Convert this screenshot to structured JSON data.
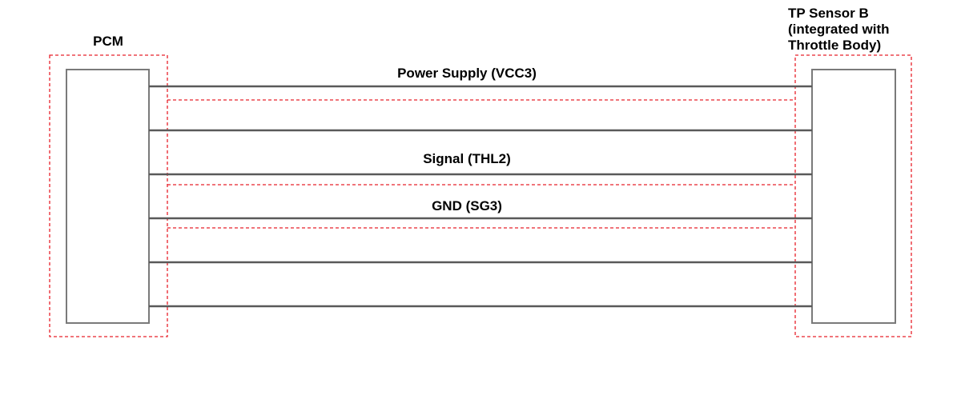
{
  "pcm": {
    "label": "PCM"
  },
  "sensor": {
    "label_lines": [
      "TP Sensor B",
      "(integrated with",
      "Throttle Body)"
    ]
  },
  "wires": [
    {
      "label": "Power Supply (VCC3)"
    },
    {
      "label": ""
    },
    {
      "label": "Signal (THL2)"
    },
    {
      "label": "GND (SG3)"
    },
    {
      "label": ""
    },
    {
      "label": ""
    }
  ],
  "colors": {
    "zone_outline": "#e8202a",
    "wire": "#595959",
    "connector_border": "#7a7a7a"
  }
}
